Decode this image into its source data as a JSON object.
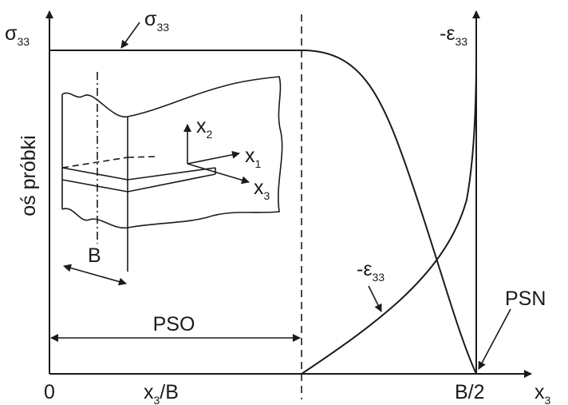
{
  "labels": {
    "sigma_axis": "σ",
    "sigma_axis_sub": "33",
    "sigma_pointer": "σ",
    "sigma_pointer_sub": "33",
    "eps_axis": "-ε",
    "eps_axis_sub": "33",
    "eps_curve": "-ε",
    "eps_curve_sub": "33",
    "y_axis_title": "oś próbki",
    "origin": "0",
    "x_mid": "x",
    "x_mid_sub": "3",
    "x_mid_suffix": "/B",
    "x_end_value": "B/2",
    "x_axis": "x",
    "x_axis_sub": "3",
    "width_dim": "B",
    "pso": "PSO",
    "psn": "PSN",
    "coord_x1": "x",
    "coord_x1_sub": "1",
    "coord_x2": "x",
    "coord_x2_sub": "2",
    "coord_x3": "x",
    "coord_x3_sub": "3"
  }
}
